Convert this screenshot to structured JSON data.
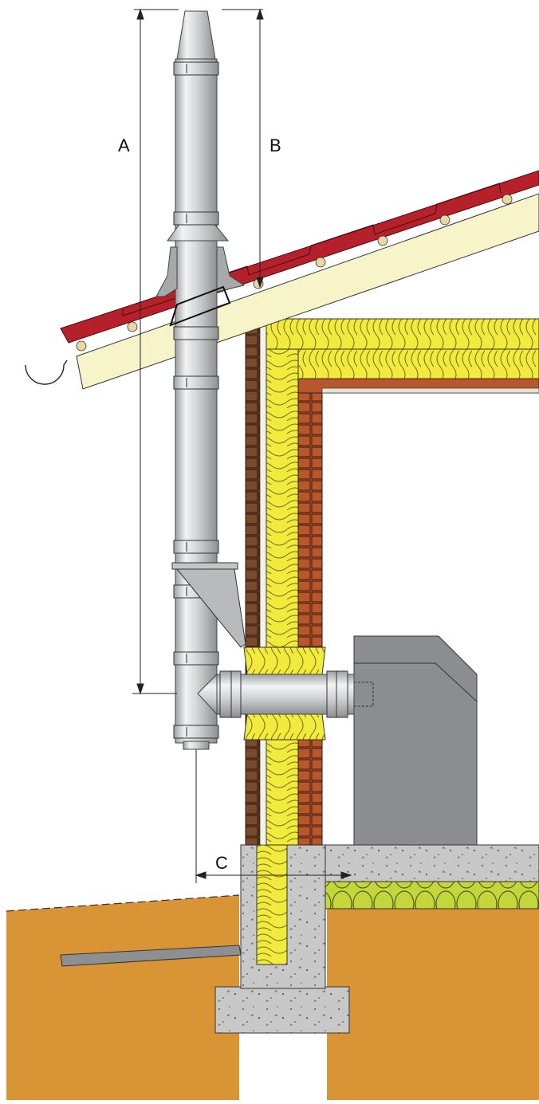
{
  "labels": {
    "a": "A",
    "b": "B",
    "c": "C"
  },
  "colors": {
    "soil": "#d99535",
    "concrete": "#c8c8c8",
    "brick": "#b8562c",
    "brick_dark": "#7a4a2c",
    "insulation": "#f2ea3c",
    "insulation_green": "#c5d63c",
    "roof_tile": "#b5202a",
    "roof_board": "#f6f4c8",
    "chimney_steel": "#d9dadc",
    "stove": "#8c8d90"
  },
  "icons": {
    "gutter": "gutter-icon",
    "drain_pipe": "drain-pipe-icon"
  }
}
